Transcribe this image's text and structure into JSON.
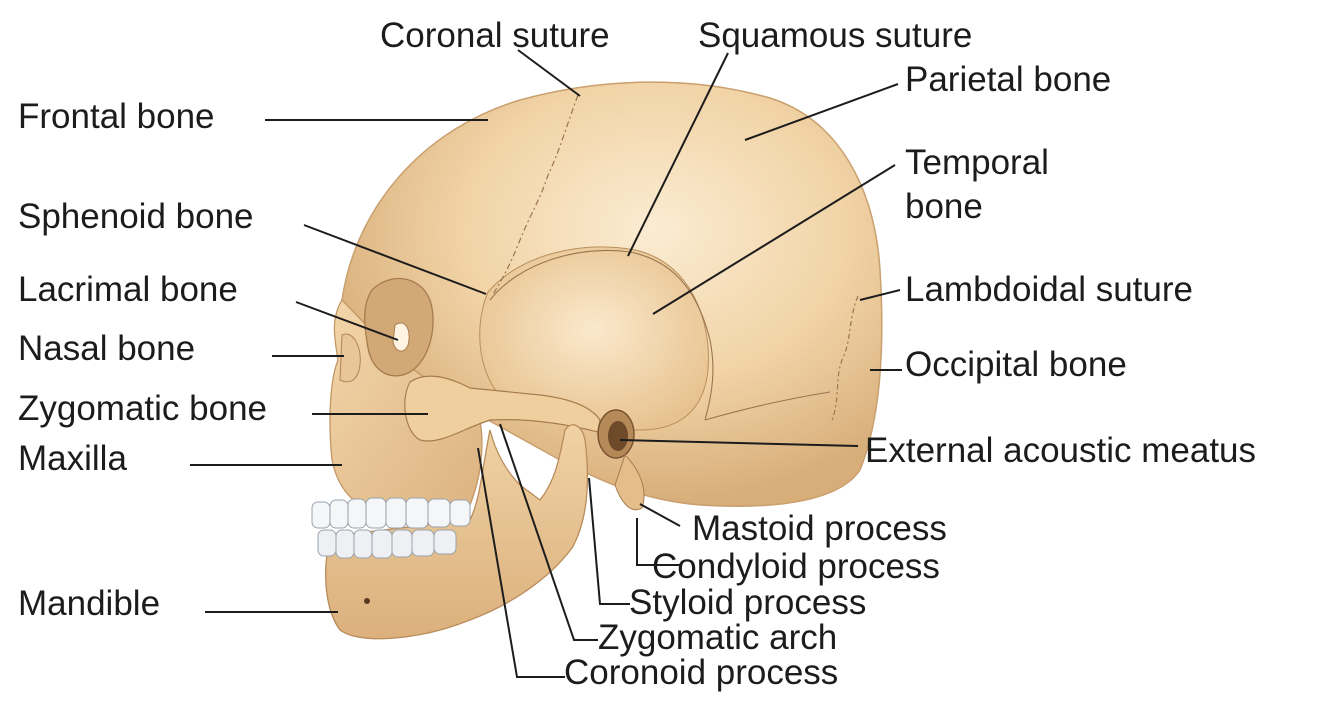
{
  "diagram": {
    "labels": {
      "coronal_suture": "Coronal suture",
      "squamous_suture": "Squamous suture",
      "parietal_bone": "Parietal bone",
      "frontal_bone": "Frontal bone",
      "temporal_bone_line1": "Temporal",
      "temporal_bone_line2": "bone",
      "sphenoid_bone": "Sphenoid bone",
      "lacrimal_bone": "Lacrimal bone",
      "lambdoidal_suture": "Lambdoidal suture",
      "nasal_bone": "Nasal bone",
      "occipital_bone": "Occipital bone",
      "zygomatic_bone": "Zygomatic bone",
      "maxilla": "Maxilla",
      "external_acoustic_meatus": "External acoustic meatus",
      "mastoid_process": "Mastoid process",
      "condyloid_process": "Condyloid process",
      "styloid_process": "Styloid process",
      "mandible": "Mandible",
      "zygomatic_arch": "Zygomatic arch",
      "coronoid_process": "Coronoid process"
    },
    "colors": {
      "bone_light": "#f7e2c0",
      "bone_mid": "#ecc99a",
      "bone_shadow": "#c99a66",
      "suture": "#9a7550",
      "teeth": "#f4f6f8",
      "leader_line": "#1c1c1c",
      "text": "#1c1c1c"
    }
  }
}
